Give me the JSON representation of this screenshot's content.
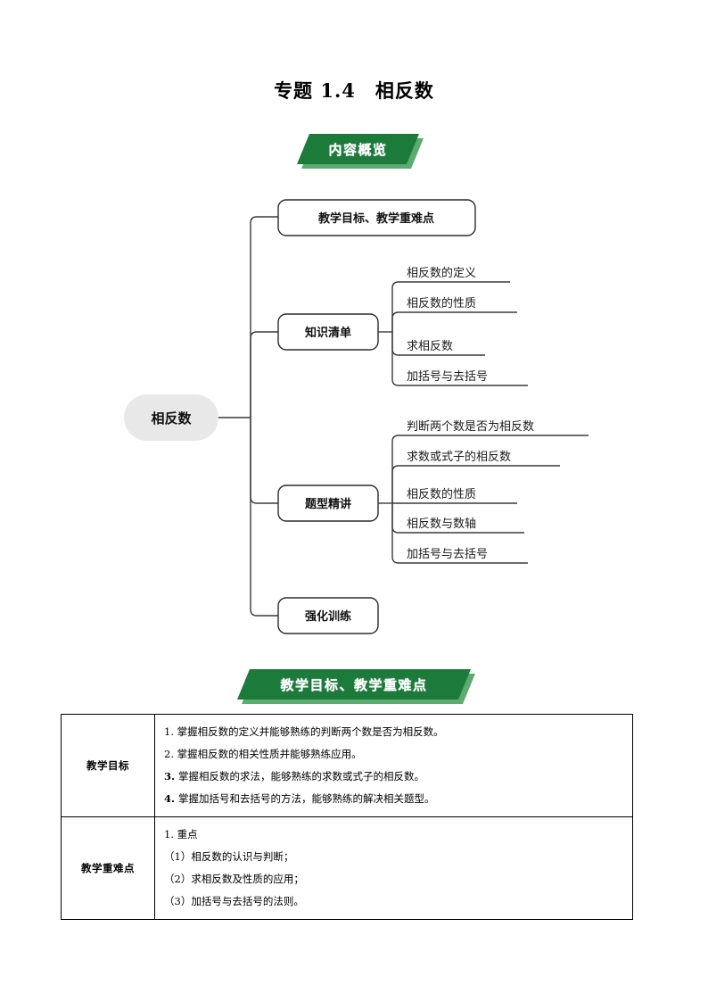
{
  "document": {
    "title": "专题 1.4　相反数"
  },
  "banners": {
    "overview": {
      "label": "内容概览",
      "color": "#1c7a3b",
      "shadow_color": "#3f9c58"
    },
    "goals": {
      "label": "教学目标、教学重难点",
      "color": "#1c7a3b",
      "shadow_color": "#3f9c58"
    }
  },
  "mindmap": {
    "root": {
      "label": "相反数",
      "fill": "#e8e8e8"
    },
    "branches": [
      {
        "label": "教学目标、教学重难点",
        "leaves": []
      },
      {
        "label": "知识清单",
        "leaves": [
          "相反数的定义",
          "相反数的性质",
          "求相反数",
          "加括号与去括号"
        ]
      },
      {
        "label": "题型精讲",
        "leaves": [
          "判断两个数是否为相反数",
          "求数或式子的相反数",
          "相反数的性质",
          "相反数与数轴",
          "加括号与去括号"
        ]
      },
      {
        "label": "强化训练",
        "leaves": []
      }
    ]
  },
  "goals_table": {
    "rows": [
      {
        "label": "教学目标",
        "lines": [
          {
            "num": "1.",
            "text": "掌握相反数的定义并能够熟练的判断两个数是否为相反数。",
            "bold": false
          },
          {
            "num": "2.",
            "text": "掌握相反数的相关性质并能够熟练应用。",
            "bold": false
          },
          {
            "num": "3.",
            "text": "掌握相反数的求法，能够熟练的求数或式子的相反数。",
            "bold": true
          },
          {
            "num": "4.",
            "text": "掌握加括号和去括号的方法，能够熟练的解决相关题型。",
            "bold": true
          }
        ]
      },
      {
        "label": "教学重难点",
        "lines": [
          {
            "num": "1.",
            "text": "重点",
            "bold": false
          },
          {
            "num": "",
            "text": "（1）相反数的认识与判断；",
            "bold": false
          },
          {
            "num": "",
            "text": "（2）求相反数及性质的应用；",
            "bold": false
          },
          {
            "num": "",
            "text": "（3）加括号与去括号的法则。",
            "bold": false
          }
        ]
      }
    ]
  }
}
